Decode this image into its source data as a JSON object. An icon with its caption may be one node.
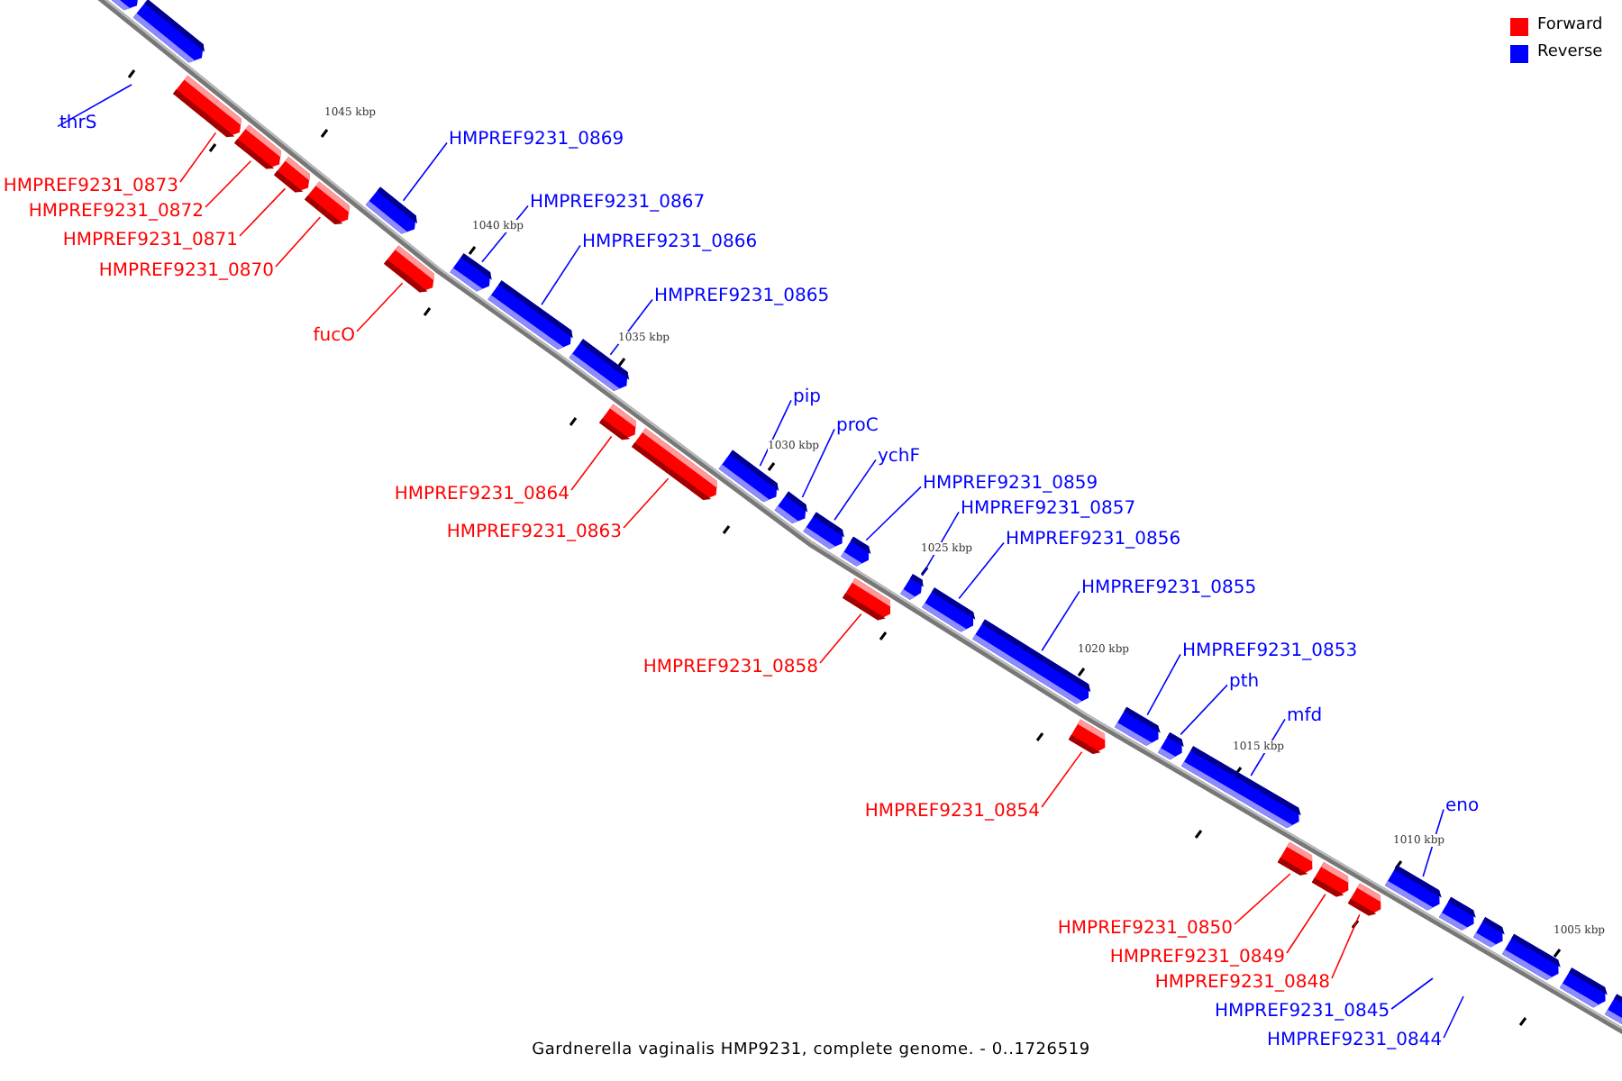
{
  "diagram": {
    "caption": "Gardnerella vaginalis HMP9231, complete genome. - 0..1726519",
    "nodes": [
      {
        "text": [
          "thrS"
        ]
      },
      {
        "text": [
          "HMPREF9231_0869"
        ]
      },
      {
        "text": [
          "HMPREF9231_0873"
        ]
      },
      {
        "text": [
          "HMPREF9231_0867"
        ]
      },
      {
        "text": [
          "HMPREF9231_0872"
        ]
      },
      {
        "text": [
          "HMPREF9231_0871"
        ]
      },
      {
        "text": [
          "HMPREF9231_0866"
        ]
      },
      {
        "text": [
          "HMPREF9231_0870"
        ]
      },
      {
        "text": [
          "HMPREF9231_0865"
        ]
      },
      {
        "text": [
          "fucO"
        ]
      },
      {
        "text": [
          "pip"
        ]
      },
      {
        "text": [
          "proC"
        ]
      },
      {
        "text": [
          "ychF"
        ]
      },
      {
        "text": [
          "HMPREF9231_0859"
        ]
      },
      {
        "text": [
          "HMPREF9231_0864"
        ]
      },
      {
        "text": [
          "HMPREF9231_0857"
        ]
      },
      {
        "text": [
          "HMPREF9231_0863"
        ]
      },
      {
        "text": [
          "HMPREF9231_0856"
        ]
      },
      {
        "text": [
          "HMPREF9231_0855"
        ]
      },
      {
        "text": [
          "HMPREF9231_0853"
        ]
      },
      {
        "text": [
          "HMPREF9231_0858"
        ]
      },
      {
        "text": [
          "pth"
        ]
      },
      {
        "text": [
          "mfd"
        ]
      },
      {
        "text": [
          "eno"
        ]
      },
      {
        "text": [
          "HMPREF9231_0854"
        ]
      },
      {
        "text": [
          "HMPREF9231_0850"
        ]
      },
      {
        "text": [
          "HMPREF9231_0849"
        ]
      },
      {
        "text": [
          "HMPREF9231_0848"
        ]
      },
      {
        "text": [
          "HMPREF9231_0845"
        ]
      },
      {
        "text": [
          "HMPREF9231_0844"
        ]
      },
      {
        "text": [],
        "shape": "box"
      },
      {
        "text": [],
        "shape": "box"
      },
      {
        "text": [],
        "shape": "box"
      },
      {
        "text": [],
        "shape": "box"
      },
      {
        "text": [],
        "shape": "box"
      },
      {
        "text": [],
        "shape": "box"
      },
      {
        "text": [],
        "shape": "box"
      },
      {
        "text": [],
        "shape": "box"
      },
      {
        "text": [],
        "shape": "box"
      },
      {
        "text": [],
        "shape": "box"
      },
      {
        "text": [],
        "shape": "box"
      },
      {
        "text": [],
        "shape": "box"
      },
      {
        "text": [],
        "shape": "box"
      },
      {
        "text": [],
        "shape": "box"
      },
      {
        "text": [],
        "shape": "box"
      },
      {
        "text": [],
        "shape": "box"
      },
      {
        "text": [],
        "shape": "box"
      },
      {
        "text": [],
        "shape": "box"
      },
      {
        "text": [],
        "shape": "box"
      },
      {
        "text": [],
        "shape": "box"
      },
      {
        "text": [],
        "shape": "box"
      },
      {
        "text": [],
        "shape": "box"
      },
      {
        "text": [],
        "shape": "box"
      },
      {
        "text": [],
        "shape": "box"
      },
      {
        "text": [],
        "shape": "box"
      },
      {
        "text": [],
        "shape": "box"
      },
      {
        "text": [],
        "shape": "box"
      },
      {
        "text": [],
        "shape": "box"
      },
      {
        "text": [],
        "shape": "box"
      },
      {
        "text": [],
        "shape": "box"
      },
      {
        "text": [],
        "shape": "box"
      },
      {
        "text": [],
        "shape": "box"
      },
      {
        "text": [],
        "shape": "box"
      },
      {
        "text": [],
        "shape": "box"
      },
      {
        "text": [],
        "shape": "box"
      }
    ],
    "edges": [
      {
        "from": 0,
        "to": null,
        "arrow": "none"
      },
      {
        "from": 1,
        "to": 37,
        "arrow": "none"
      },
      {
        "from": 2,
        "to": 33,
        "arrow": "none",
        "color": "#ff0000"
      },
      {
        "from": 3,
        "to": 39,
        "arrow": "none"
      },
      {
        "from": 4,
        "to": 34,
        "arrow": "none",
        "color": "#ff0000"
      },
      {
        "from": 5,
        "to": 35,
        "arrow": "none",
        "color": "#ff0000"
      },
      {
        "from": 6,
        "to": 40,
        "arrow": "none"
      },
      {
        "from": 7,
        "to": 36,
        "arrow": "none",
        "color": "#ff0000"
      },
      {
        "from": 8,
        "to": 41,
        "arrow": "none"
      },
      {
        "from": 9,
        "to": 38,
        "arrow": "none",
        "color": "#ff0000"
      },
      {
        "from": 10,
        "to": 44,
        "arrow": "none"
      },
      {
        "from": 11,
        "to": 45,
        "arrow": "none"
      },
      {
        "from": 12,
        "to": 46,
        "arrow": "none"
      },
      {
        "from": 13,
        "to": 47,
        "arrow": "none"
      },
      {
        "from": 14,
        "to": 42,
        "arrow": "none",
        "color": "#ff0000"
      },
      {
        "from": 15,
        "to": 49,
        "arrow": "none"
      },
      {
        "from": 16,
        "to": 43,
        "arrow": "none",
        "color": "#ff0000"
      },
      {
        "from": 17,
        "to": 50,
        "arrow": "none"
      },
      {
        "from": 18,
        "to": 51,
        "arrow": "none"
      },
      {
        "from": 19,
        "to": 53,
        "arrow": "none"
      },
      {
        "from": 20,
        "to": 48,
        "arrow": "none",
        "color": "#ff0000"
      },
      {
        "from": 21,
        "to": 54,
        "arrow": "none"
      },
      {
        "from": 22,
        "to": 55,
        "arrow": "none"
      },
      {
        "from": 23,
        "to": 59,
        "arrow": "none"
      },
      {
        "from": 24,
        "to": 52,
        "arrow": "none",
        "color": "#ff0000"
      },
      {
        "from": 25,
        "to": 56,
        "arrow": "none",
        "color": "#ff0000"
      },
      {
        "from": 26,
        "to": 57,
        "arrow": "none",
        "color": "#ff0000"
      },
      {
        "from": 27,
        "to": 58,
        "arrow": "none",
        "color": "#ff0000"
      },
      {
        "from": 28,
        "to": null,
        "arrow": "none"
      },
      {
        "from": 29,
        "to": null,
        "arrow": "none"
      }
    ],
    "labels": [
      "1045 kbp",
      "1040 kbp",
      "1035 kbp",
      "1030 kbp",
      "1025 kbp",
      "1020 kbp",
      "1015 kbp",
      "1010 kbp",
      "1005 kbp"
    ],
    "legend": [
      {
        "text": "Forward",
        "color": "#ff0000"
      },
      {
        "text": "Reverse",
        "color": "#0000ff"
      }
    ]
  }
}
